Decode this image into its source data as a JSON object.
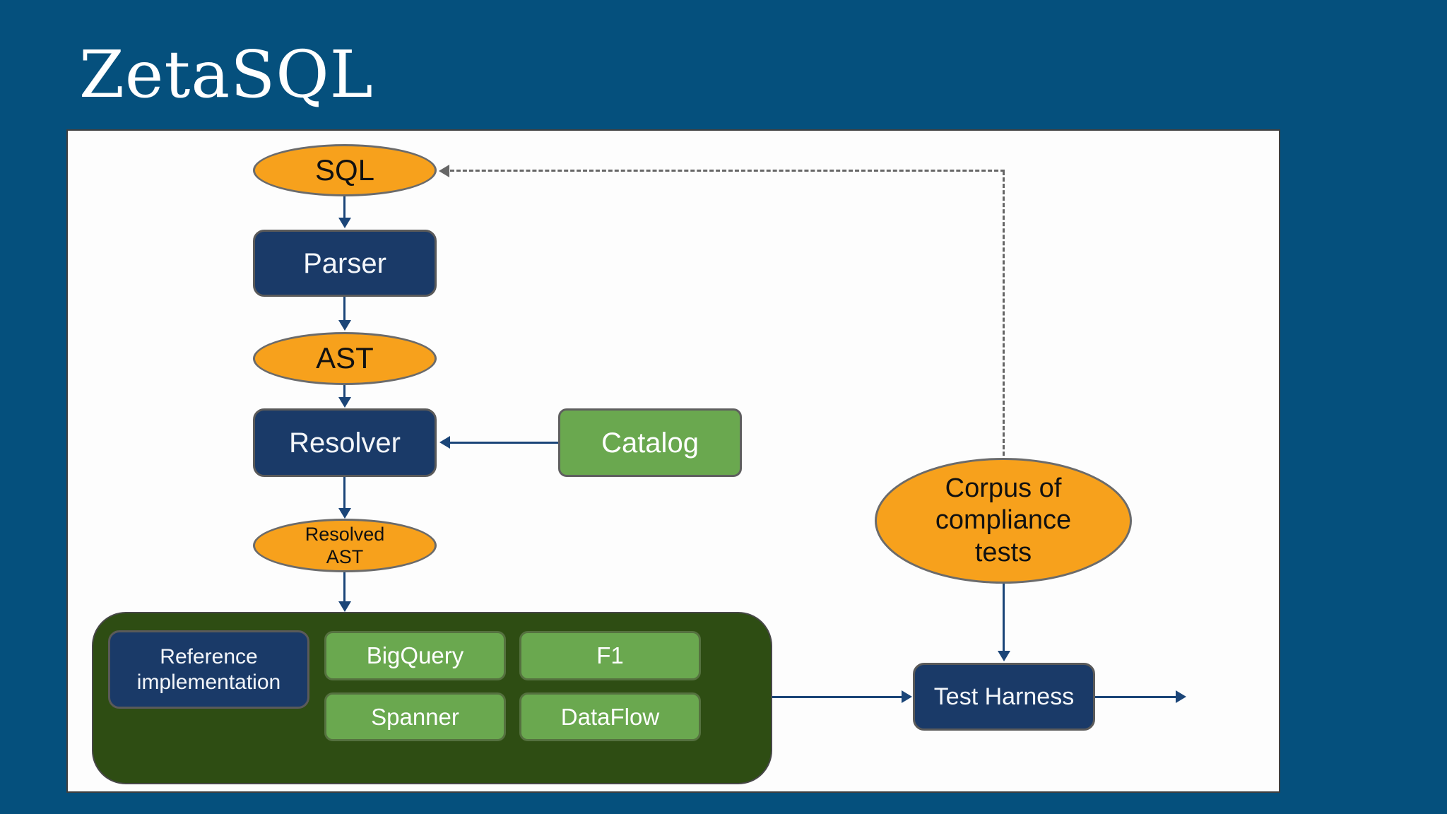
{
  "slide": {
    "title": "ZetaSQL"
  },
  "labels": {
    "sql": "SQL",
    "parser": "Parser",
    "ast": "AST",
    "resolver": "Resolver",
    "catalog": "Catalog",
    "resolved_ast": "Resolved AST",
    "reference_implementation": "Reference implementation",
    "bigquery": "BigQuery",
    "f1": "F1",
    "spanner": "Spanner",
    "dataflow": "DataFlow",
    "corpus": "Corpus of compliance tests",
    "test_harness": "Test Harness"
  },
  "edges": [
    {
      "from": "sql",
      "to": "parser",
      "style": "solid"
    },
    {
      "from": "parser",
      "to": "ast",
      "style": "solid"
    },
    {
      "from": "ast",
      "to": "resolver",
      "style": "solid"
    },
    {
      "from": "catalog",
      "to": "resolver",
      "style": "solid"
    },
    {
      "from": "resolver",
      "to": "resolved_ast",
      "style": "solid"
    },
    {
      "from": "resolved_ast",
      "to": "engines_container",
      "style": "solid"
    },
    {
      "from": "engines_container",
      "to": "test_harness",
      "style": "solid"
    },
    {
      "from": "corpus",
      "to": "test_harness",
      "style": "solid"
    },
    {
      "from": "test_harness",
      "to": "out_right",
      "style": "solid"
    },
    {
      "from": "corpus",
      "to": "sql",
      "style": "dashed"
    }
  ],
  "colors": {
    "background": "#05507d",
    "panel": "#fdfdfd",
    "navy_node": "#1a3a68",
    "orange_node": "#f7a11c",
    "green_node": "#6aa84f",
    "dark_green_container": "#2e4d13",
    "connector": "#1b4578",
    "dashed_connector": "#666666",
    "title_text": "#ffffff"
  }
}
